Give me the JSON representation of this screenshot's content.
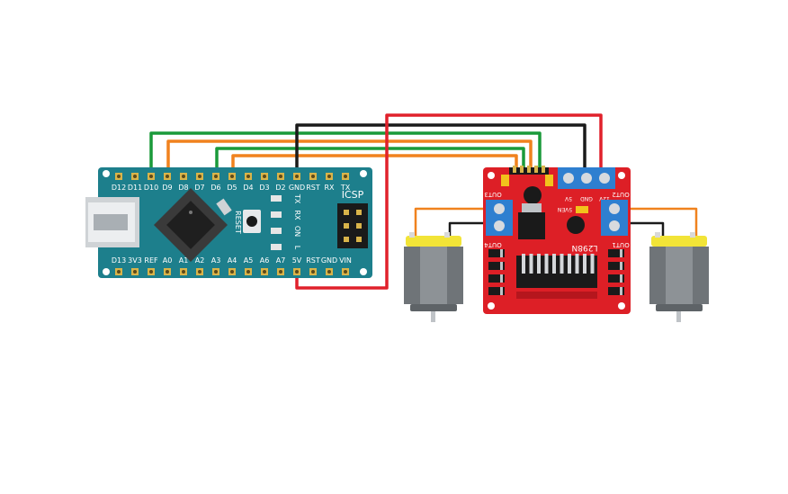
{
  "arduino": {
    "top_pins": [
      "D12",
      "D11",
      "D10",
      "D9",
      "D8",
      "D7",
      "D6",
      "D5",
      "D4",
      "D3",
      "D2",
      "GND",
      "RST",
      "RX",
      "TX"
    ],
    "bottom_pins": [
      "D13",
      "3V3",
      "REF",
      "A0",
      "A1",
      "A2",
      "A3",
      "A4",
      "A5",
      "A6",
      "A7",
      "5V",
      "RST",
      "GND",
      "VIN"
    ],
    "icsp_label": "ICSP",
    "reset_label": "RESET",
    "led_labels": [
      "TX",
      "RX",
      "ON",
      "L"
    ]
  },
  "driver": {
    "chip_label": "L298N",
    "out1_label": "OUT1",
    "out2_label": "OUT2",
    "out3_label": "OUT3",
    "out4_label": "OUT4",
    "power_labels": [
      "12V",
      "GND",
      "5V"
    ],
    "enable_label": "5VEN"
  },
  "wire_colors": {
    "green": "#1a9a3a",
    "orange": "#f0821e",
    "black": "#1a1a1a",
    "red": "#e0212b"
  },
  "board_colors": {
    "arduino": "#1d7f8c",
    "driver": "#dd1f26",
    "motor_cap": "#f2e437"
  }
}
